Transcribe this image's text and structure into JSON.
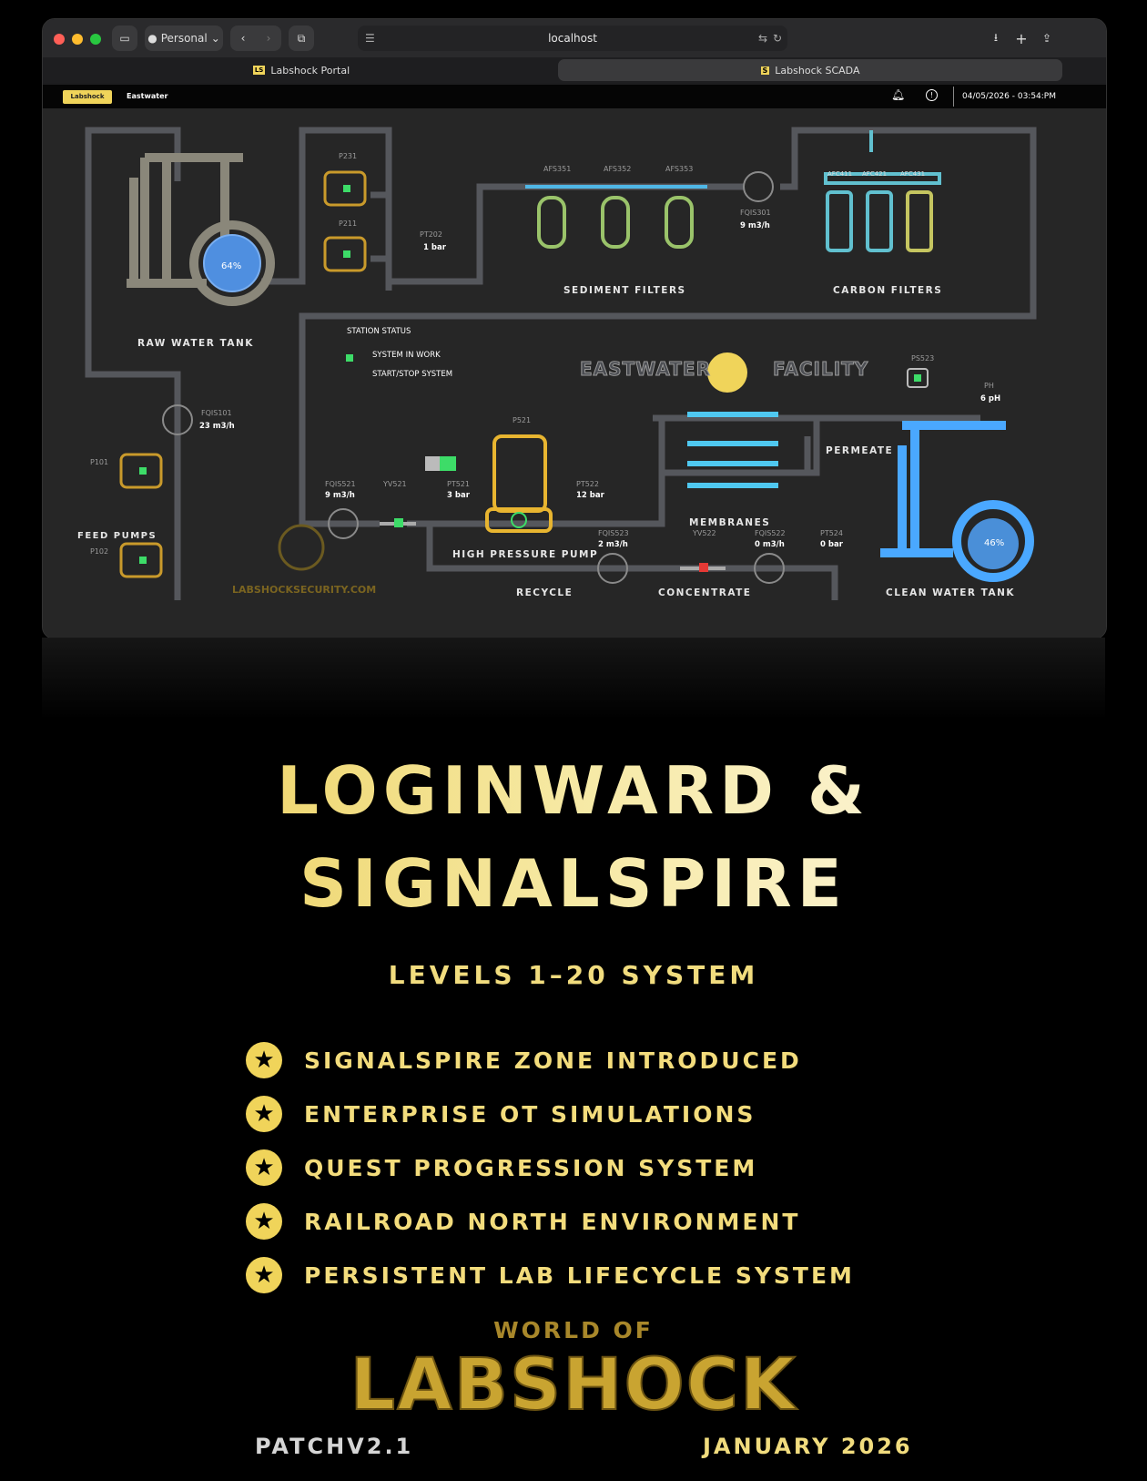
{
  "browser": {
    "profile": "Personal",
    "url": "localhost",
    "tabs": [
      {
        "label": "Labshock Portal",
        "icon": "LS"
      },
      {
        "label": "Labshock SCADA",
        "icon": "S"
      }
    ]
  },
  "app": {
    "brand": "Labshock",
    "nav": "Eastwater",
    "datetime": "04/05/2026 - 03:54:PM"
  },
  "scada": {
    "raw_tank": {
      "label": "RAW WATER TANK",
      "level": "64%",
      "level_value": 64
    },
    "clean_tank": {
      "label": "CLEAN WATER TANK",
      "level": "46%",
      "level_value": 46
    },
    "pumps": {
      "p231": "P231",
      "p211": "P211",
      "p101": "P101",
      "p102": "P102",
      "p521": "P521"
    },
    "feed_pumps_label": "FEED PUMPS",
    "pt202": {
      "name": "PT202",
      "value": "1 bar"
    },
    "fqis101": {
      "name": "FQIS101",
      "value": "23 m3/h"
    },
    "fqis301": {
      "name": "FQIS301",
      "value": "9 m3/h"
    },
    "fqis521": {
      "name": "FQIS521",
      "value": "9 m3/h"
    },
    "fqis523": {
      "name": "FQIS523",
      "value": "2 m3/h"
    },
    "fqis522": {
      "name": "FQIS522",
      "value": "0 m3/h"
    },
    "pt521": {
      "name": "PT521",
      "value": "3 bar"
    },
    "pt522": {
      "name": "PT522",
      "value": "12 bar"
    },
    "pt524": {
      "name": "PT524",
      "value": "0 bar"
    },
    "ps523": {
      "name": "PS523"
    },
    "ph": {
      "name": "PH",
      "value": "6 pH"
    },
    "yv521": "YV521",
    "yv522": "YV522",
    "sediment": {
      "label": "SEDIMENT FILTERS",
      "f1": "AFS351",
      "f2": "AFS352",
      "f3": "AFS353"
    },
    "carbon": {
      "label": "CARBON FILTERS",
      "f1": "AFC411",
      "f2": "AFC421",
      "f3": "AFC431"
    },
    "station_status": "STATION STATUS",
    "system_in_work": "SYSTEM IN WORK",
    "start_stop": "START/STOP SYSTEM",
    "facility_left": "EASTWATER",
    "facility_right": "FACILITY",
    "permeate": "PERMEATE",
    "membranes": "MEMBRANES",
    "hp_pump": "HIGH PRESSURE PUMP",
    "recycle": "RECYCLE",
    "concentrate": "CONCENTRATE",
    "watermark": "LABSHOCKSECURITY.COM"
  },
  "poster": {
    "title_line1": "LOGINWARD &",
    "title_line2": "SIGNALSPIRE",
    "subtitle": "LEVELS 1–20 SYSTEM",
    "features": [
      "SIGNALSPIRE ZONE INTRODUCED",
      "ENTERPRISE OT SIMULATIONS",
      "QUEST PROGRESSION SYSTEM",
      "RAILROAD NORTH ENVIRONMENT",
      "PERSISTENT LAB LIFECYCLE SYSTEM"
    ],
    "world_of": "WORLD OF",
    "logo": "LABSHOCK",
    "patch": "PATCHV2.1",
    "date": "JANUARY 2026"
  },
  "colors": {
    "gold": "#f0d45a",
    "accent_green": "#3ddc68",
    "accent_red": "#e53935",
    "blue": "#4aa8ff"
  }
}
